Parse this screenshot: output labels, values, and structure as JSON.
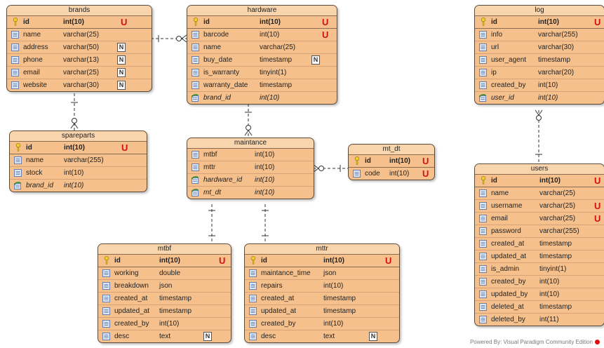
{
  "diagram": {
    "entities": [
      {
        "id": "brands",
        "title": "brands",
        "attributes": [
          {
            "name": "id",
            "type": "int(10)",
            "key": "pk",
            "unique": true,
            "nullable": false
          },
          {
            "name": "name",
            "type": "varchar(25)",
            "key": "col",
            "unique": false,
            "nullable": false
          },
          {
            "name": "address",
            "type": "varchar(50)",
            "key": "col",
            "unique": false,
            "nullable": true
          },
          {
            "name": "phone",
            "type": "varchar(13)",
            "key": "col",
            "unique": false,
            "nullable": true
          },
          {
            "name": "email",
            "type": "varchar(25)",
            "key": "col",
            "unique": false,
            "nullable": true
          },
          {
            "name": "website",
            "type": "varchar(30)",
            "key": "col",
            "unique": false,
            "nullable": true
          }
        ]
      },
      {
        "id": "hardware",
        "title": "hardware",
        "attributes": [
          {
            "name": "id",
            "type": "int(10)",
            "key": "pk",
            "unique": true,
            "nullable": false
          },
          {
            "name": "barcode",
            "type": "int(10)",
            "key": "col",
            "unique": true,
            "nullable": false
          },
          {
            "name": "name",
            "type": "varchar(25)",
            "key": "col",
            "unique": false,
            "nullable": false
          },
          {
            "name": "buy_date",
            "type": "timestamp",
            "key": "col",
            "unique": false,
            "nullable": true
          },
          {
            "name": "is_warranty",
            "type": "tinyint(1)",
            "key": "col",
            "unique": false,
            "nullable": false
          },
          {
            "name": "warranty_date",
            "type": "timestamp",
            "key": "col",
            "unique": false,
            "nullable": false
          },
          {
            "name": "brand_id",
            "type": "int(10)",
            "key": "fk",
            "unique": false,
            "nullable": false
          }
        ]
      },
      {
        "id": "spareparts",
        "title": "spareparts",
        "attributes": [
          {
            "name": "id",
            "type": "int(10)",
            "key": "pk",
            "unique": true,
            "nullable": false
          },
          {
            "name": "name",
            "type": "varchar(255)",
            "key": "col",
            "unique": false,
            "nullable": false
          },
          {
            "name": "stock",
            "type": "int(10)",
            "key": "col",
            "unique": false,
            "nullable": false
          },
          {
            "name": "brand_id",
            "type": "int(10)",
            "key": "fk",
            "unique": false,
            "nullable": false
          }
        ]
      },
      {
        "id": "maintance",
        "title": "maintance",
        "attributes": [
          {
            "name": "mtbf",
            "type": "int(10)",
            "key": "col",
            "unique": false,
            "nullable": false
          },
          {
            "name": "mttr",
            "type": "int(10)",
            "key": "col",
            "unique": false,
            "nullable": false
          },
          {
            "name": "hardware_id",
            "type": "int(10)",
            "key": "fk",
            "unique": false,
            "nullable": false
          },
          {
            "name": "mt_dt",
            "type": "int(10)",
            "key": "fk",
            "unique": false,
            "nullable": false
          }
        ]
      },
      {
        "id": "mt_dt",
        "title": "mt_dt",
        "attributes": [
          {
            "name": "id",
            "type": "int(10)",
            "key": "pk",
            "unique": true,
            "nullable": false
          },
          {
            "name": "code",
            "type": "int(10)",
            "key": "col",
            "unique": true,
            "nullable": false
          }
        ]
      },
      {
        "id": "mtbf",
        "title": "mtbf",
        "attributes": [
          {
            "name": "id",
            "type": "int(10)",
            "key": "pk",
            "unique": true,
            "nullable": false
          },
          {
            "name": "working",
            "type": "double",
            "key": "col",
            "unique": false,
            "nullable": false
          },
          {
            "name": "breakdown",
            "type": "json",
            "key": "col",
            "unique": false,
            "nullable": false
          },
          {
            "name": "created_at",
            "type": "timestamp",
            "key": "col",
            "unique": false,
            "nullable": false
          },
          {
            "name": "updated_at",
            "type": "timestamp",
            "key": "col",
            "unique": false,
            "nullable": false
          },
          {
            "name": "created_by",
            "type": "int(10)",
            "key": "col",
            "unique": false,
            "nullable": false
          },
          {
            "name": "desc",
            "type": "text",
            "key": "col",
            "unique": false,
            "nullable": true
          }
        ]
      },
      {
        "id": "mttr",
        "title": "mttr",
        "attributes": [
          {
            "name": "id",
            "type": "int(10)",
            "key": "pk",
            "unique": true,
            "nullable": false
          },
          {
            "name": "maintance_time",
            "type": "json",
            "key": "col",
            "unique": false,
            "nullable": false
          },
          {
            "name": "repairs",
            "type": "int(10)",
            "key": "col",
            "unique": false,
            "nullable": false
          },
          {
            "name": "created_at",
            "type": "timestamp",
            "key": "col",
            "unique": false,
            "nullable": false
          },
          {
            "name": "updated_at",
            "type": "timestamp",
            "key": "col",
            "unique": false,
            "nullable": false
          },
          {
            "name": "created_by",
            "type": "int(10)",
            "key": "col",
            "unique": false,
            "nullable": false
          },
          {
            "name": "desc",
            "type": "text",
            "key": "col",
            "unique": false,
            "nullable": true
          }
        ]
      },
      {
        "id": "log",
        "title": "log",
        "attributes": [
          {
            "name": "id",
            "type": "int(10)",
            "key": "pk",
            "unique": true,
            "nullable": false
          },
          {
            "name": "info",
            "type": "varchar(255)",
            "key": "col",
            "unique": false,
            "nullable": false
          },
          {
            "name": "url",
            "type": "varchar(30)",
            "key": "col",
            "unique": false,
            "nullable": false
          },
          {
            "name": "user_agent",
            "type": "timestamp",
            "key": "col",
            "unique": false,
            "nullable": false
          },
          {
            "name": "ip",
            "type": "varchar(20)",
            "key": "col",
            "unique": false,
            "nullable": false
          },
          {
            "name": "created_by",
            "type": "int(10)",
            "key": "col",
            "unique": false,
            "nullable": false
          },
          {
            "name": "user_id",
            "type": "int(10)",
            "key": "fk",
            "unique": false,
            "nullable": false
          }
        ]
      },
      {
        "id": "users",
        "title": "users",
        "attributes": [
          {
            "name": "id",
            "type": "int(10)",
            "key": "pk",
            "unique": true,
            "nullable": false
          },
          {
            "name": "name",
            "type": "varchar(25)",
            "key": "col",
            "unique": false,
            "nullable": false
          },
          {
            "name": "username",
            "type": "varchar(25)",
            "key": "col",
            "unique": true,
            "nullable": false
          },
          {
            "name": "email",
            "type": "varchar(25)",
            "key": "col",
            "unique": true,
            "nullable": false
          },
          {
            "name": "password",
            "type": "varchar(255)",
            "key": "col",
            "unique": false,
            "nullable": false
          },
          {
            "name": "created_at",
            "type": "timestamp",
            "key": "col",
            "unique": false,
            "nullable": false
          },
          {
            "name": "updated_at",
            "type": "timestamp",
            "key": "col",
            "unique": false,
            "nullable": false
          },
          {
            "name": "is_admin",
            "type": "tinyint(1)",
            "key": "col",
            "unique": false,
            "nullable": false
          },
          {
            "name": "created_by",
            "type": "int(10)",
            "key": "col",
            "unique": false,
            "nullable": false
          },
          {
            "name": "updated_by",
            "type": "int(10)",
            "key": "col",
            "unique": false,
            "nullable": false
          },
          {
            "name": "deleted_at",
            "type": "timestamp",
            "key": "col",
            "unique": false,
            "nullable": false
          },
          {
            "name": "deleted_by",
            "type": "int(11)",
            "key": "col",
            "unique": false,
            "nullable": false
          }
        ]
      }
    ],
    "relationships": [
      {
        "from": "brands",
        "to": "hardware",
        "cardinality": "one-to-many"
      },
      {
        "from": "brands",
        "to": "spareparts",
        "cardinality": "one-to-many"
      },
      {
        "from": "hardware",
        "to": "maintance",
        "cardinality": "one-to-many"
      },
      {
        "from": "mt_dt",
        "to": "maintance",
        "cardinality": "one-to-many"
      },
      {
        "from": "mtbf",
        "to": "maintance",
        "cardinality": "one-to-one"
      },
      {
        "from": "mttr",
        "to": "maintance",
        "cardinality": "one-to-one"
      },
      {
        "from": "users",
        "to": "log",
        "cardinality": "one-to-many"
      }
    ],
    "markers": {
      "unique": "U",
      "nullable": "N"
    },
    "colors": {
      "entity_fill": "#f6c08c",
      "header_fill": "#f9d5ad",
      "border": "#5a4a3a",
      "unique_mark": "#d11212"
    },
    "footer": "Powered By: Visual Paradigm Community Edition"
  }
}
